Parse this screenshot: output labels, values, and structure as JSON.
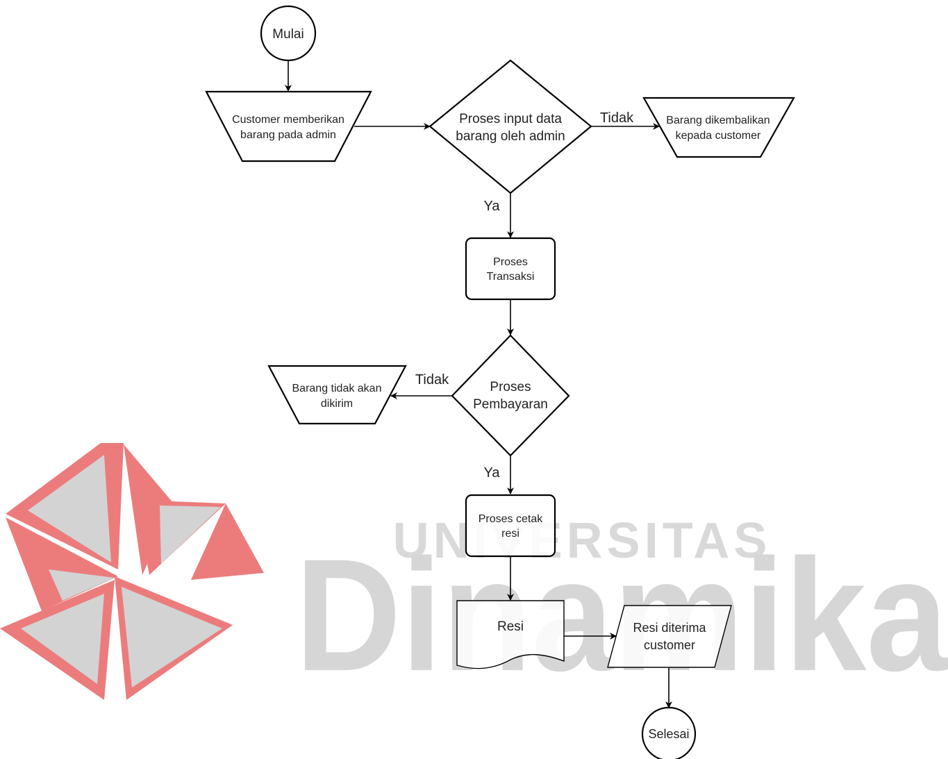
{
  "watermark": {
    "line1": "UNIVERSITAS",
    "line2": "Dinamika",
    "colors": {
      "red": "#ec7c7c",
      "gray": "#d0d0d0",
      "text": "#d9d9d9",
      "pink": "#f3b8b8"
    }
  },
  "nodes": {
    "start": "Mulai",
    "input_customer_1": "Customer memberikan",
    "input_customer_2": "barang pada admin",
    "decision_input_1": "Proses input data",
    "decision_input_2": "barang oleh admin",
    "returned_1": "Barang dikembalikan",
    "returned_2": "kepada customer",
    "transaction_1": "Proses",
    "transaction_2": "Transaksi",
    "decision_pay_1": "Proses",
    "decision_pay_2": "Pembayaran",
    "not_sent_1": "Barang tidak akan",
    "not_sent_2": "dikirim",
    "print_1": "Proses cetak",
    "print_2": "resi",
    "receipt_doc": "Resi",
    "received_1": "Resi diterima",
    "received_2": "customer",
    "end": "Selesai"
  },
  "edge_labels": {
    "no_1": "Tidak",
    "yes_1": "Ya",
    "no_2": "Tidak",
    "yes_2": "Ya"
  }
}
